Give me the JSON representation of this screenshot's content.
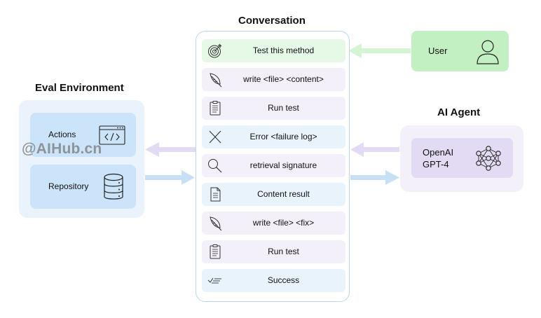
{
  "titles": {
    "conversation": "Conversation",
    "eval_environment": "Eval Environment",
    "ai_agent": "AI Agent"
  },
  "conversation": {
    "items": [
      {
        "label": "Test this method",
        "icon": "target-icon",
        "tone": "green"
      },
      {
        "label": "write <file> <content>",
        "icon": "feather-icon",
        "tone": "purple"
      },
      {
        "label": "Run test",
        "icon": "clipboard-icon",
        "tone": "purple"
      },
      {
        "label": "Error <failure log>",
        "icon": "cross-icon",
        "tone": "blue"
      },
      {
        "label": "retrieval signature",
        "icon": "search-icon",
        "tone": "purple"
      },
      {
        "label": "Content result",
        "icon": "document-icon",
        "tone": "blue"
      },
      {
        "label": "write <file> <fix>",
        "icon": "feather-icon",
        "tone": "purple"
      },
      {
        "label": "Run test",
        "icon": "clipboard-icon",
        "tone": "purple"
      },
      {
        "label": "Success",
        "icon": "checklist-icon",
        "tone": "blue"
      }
    ]
  },
  "eval_environment": {
    "actions_label": "Actions",
    "actions_icon": "code-window-icon",
    "repository_label": "Repository",
    "repository_icon": "database-icon"
  },
  "user": {
    "label": "User",
    "icon": "person-icon"
  },
  "agent": {
    "line1": "OpenAI",
    "line2": "GPT-4",
    "icon": "neural-network-icon"
  },
  "watermark": "@AIHub.cn",
  "colors": {
    "green_fill": "#e6f8e6",
    "purple_fill": "#f3f0f9",
    "blue_fill": "#e9f3fc",
    "user_fill": "#c2f0c2",
    "agent_fill": "#e2dbf3",
    "eval_fill": "#cbe4f9",
    "green_arrow": "#d4f4d4",
    "purple_arrow": "#e2dbf3",
    "blue_arrow": "#c7e0f6"
  }
}
